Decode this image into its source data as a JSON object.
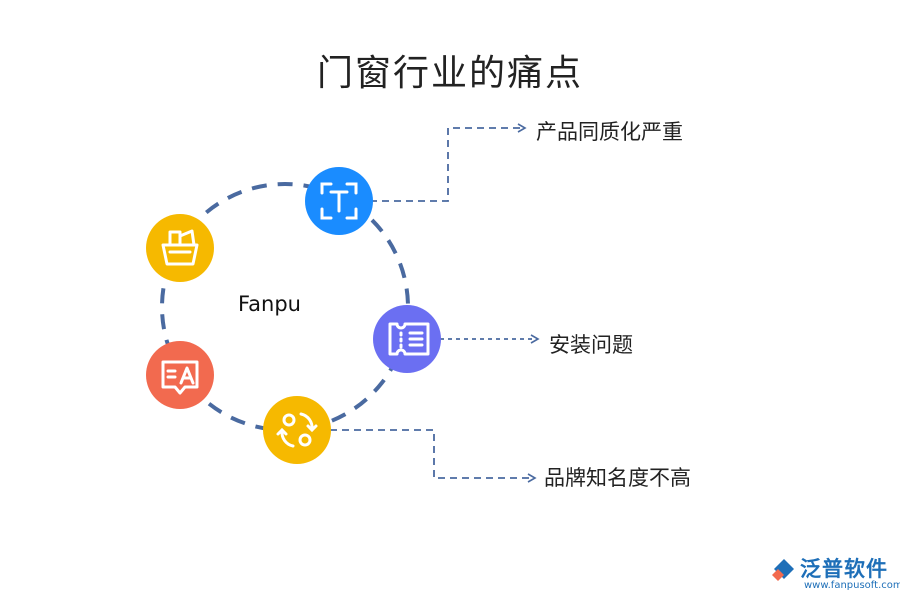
{
  "title": "门窗行业的痛点",
  "center_label": "Fanpu",
  "pain_points": [
    {
      "label": "产品同质化严重"
    },
    {
      "label": "安装问题"
    },
    {
      "label": "品牌知名度不高"
    }
  ],
  "icons": [
    {
      "name": "text-icon",
      "color": "#1a8cff"
    },
    {
      "name": "ticket-icon",
      "color": "#6b6ff2"
    },
    {
      "name": "exchange-icon",
      "color": "#f6b900"
    },
    {
      "name": "translate-icon",
      "color": "#f26a4f"
    },
    {
      "name": "basket-icon",
      "color": "#f6b900"
    }
  ],
  "colors": {
    "ring": "#4a6aa0",
    "connector": "#4a6aa0"
  },
  "logo": {
    "name": "泛普软件",
    "url": "www.fanpusoft.com"
  }
}
